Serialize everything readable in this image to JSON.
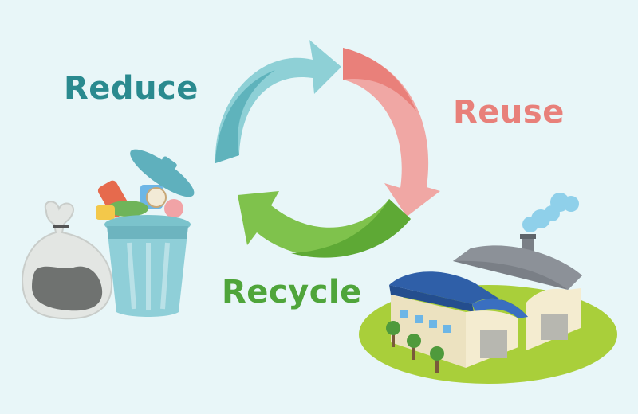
{
  "labels": {
    "reduce": "Reduce",
    "reuse": "Reuse",
    "recycle": "Recycle"
  },
  "colors": {
    "background": "#e8f6f8",
    "reduce": "#2a8a8f",
    "reuse": "#e8807a",
    "recycle": "#4fa53b",
    "arrow_teal": "#7cc8d0",
    "arrow_pink": "#f0a0a0",
    "arrow_green": "#7cc04a",
    "factory_roof_blue": "#2f5fa8",
    "factory_roof_gray": "#7a7f86",
    "grass": "#a9cf3a",
    "smoke": "#8fd0ea"
  },
  "icons": [
    "cycle-arrows-icon",
    "trash-bag-icon",
    "trash-can-icon",
    "factory-icon",
    "smoke-icon",
    "tree-icon"
  ]
}
